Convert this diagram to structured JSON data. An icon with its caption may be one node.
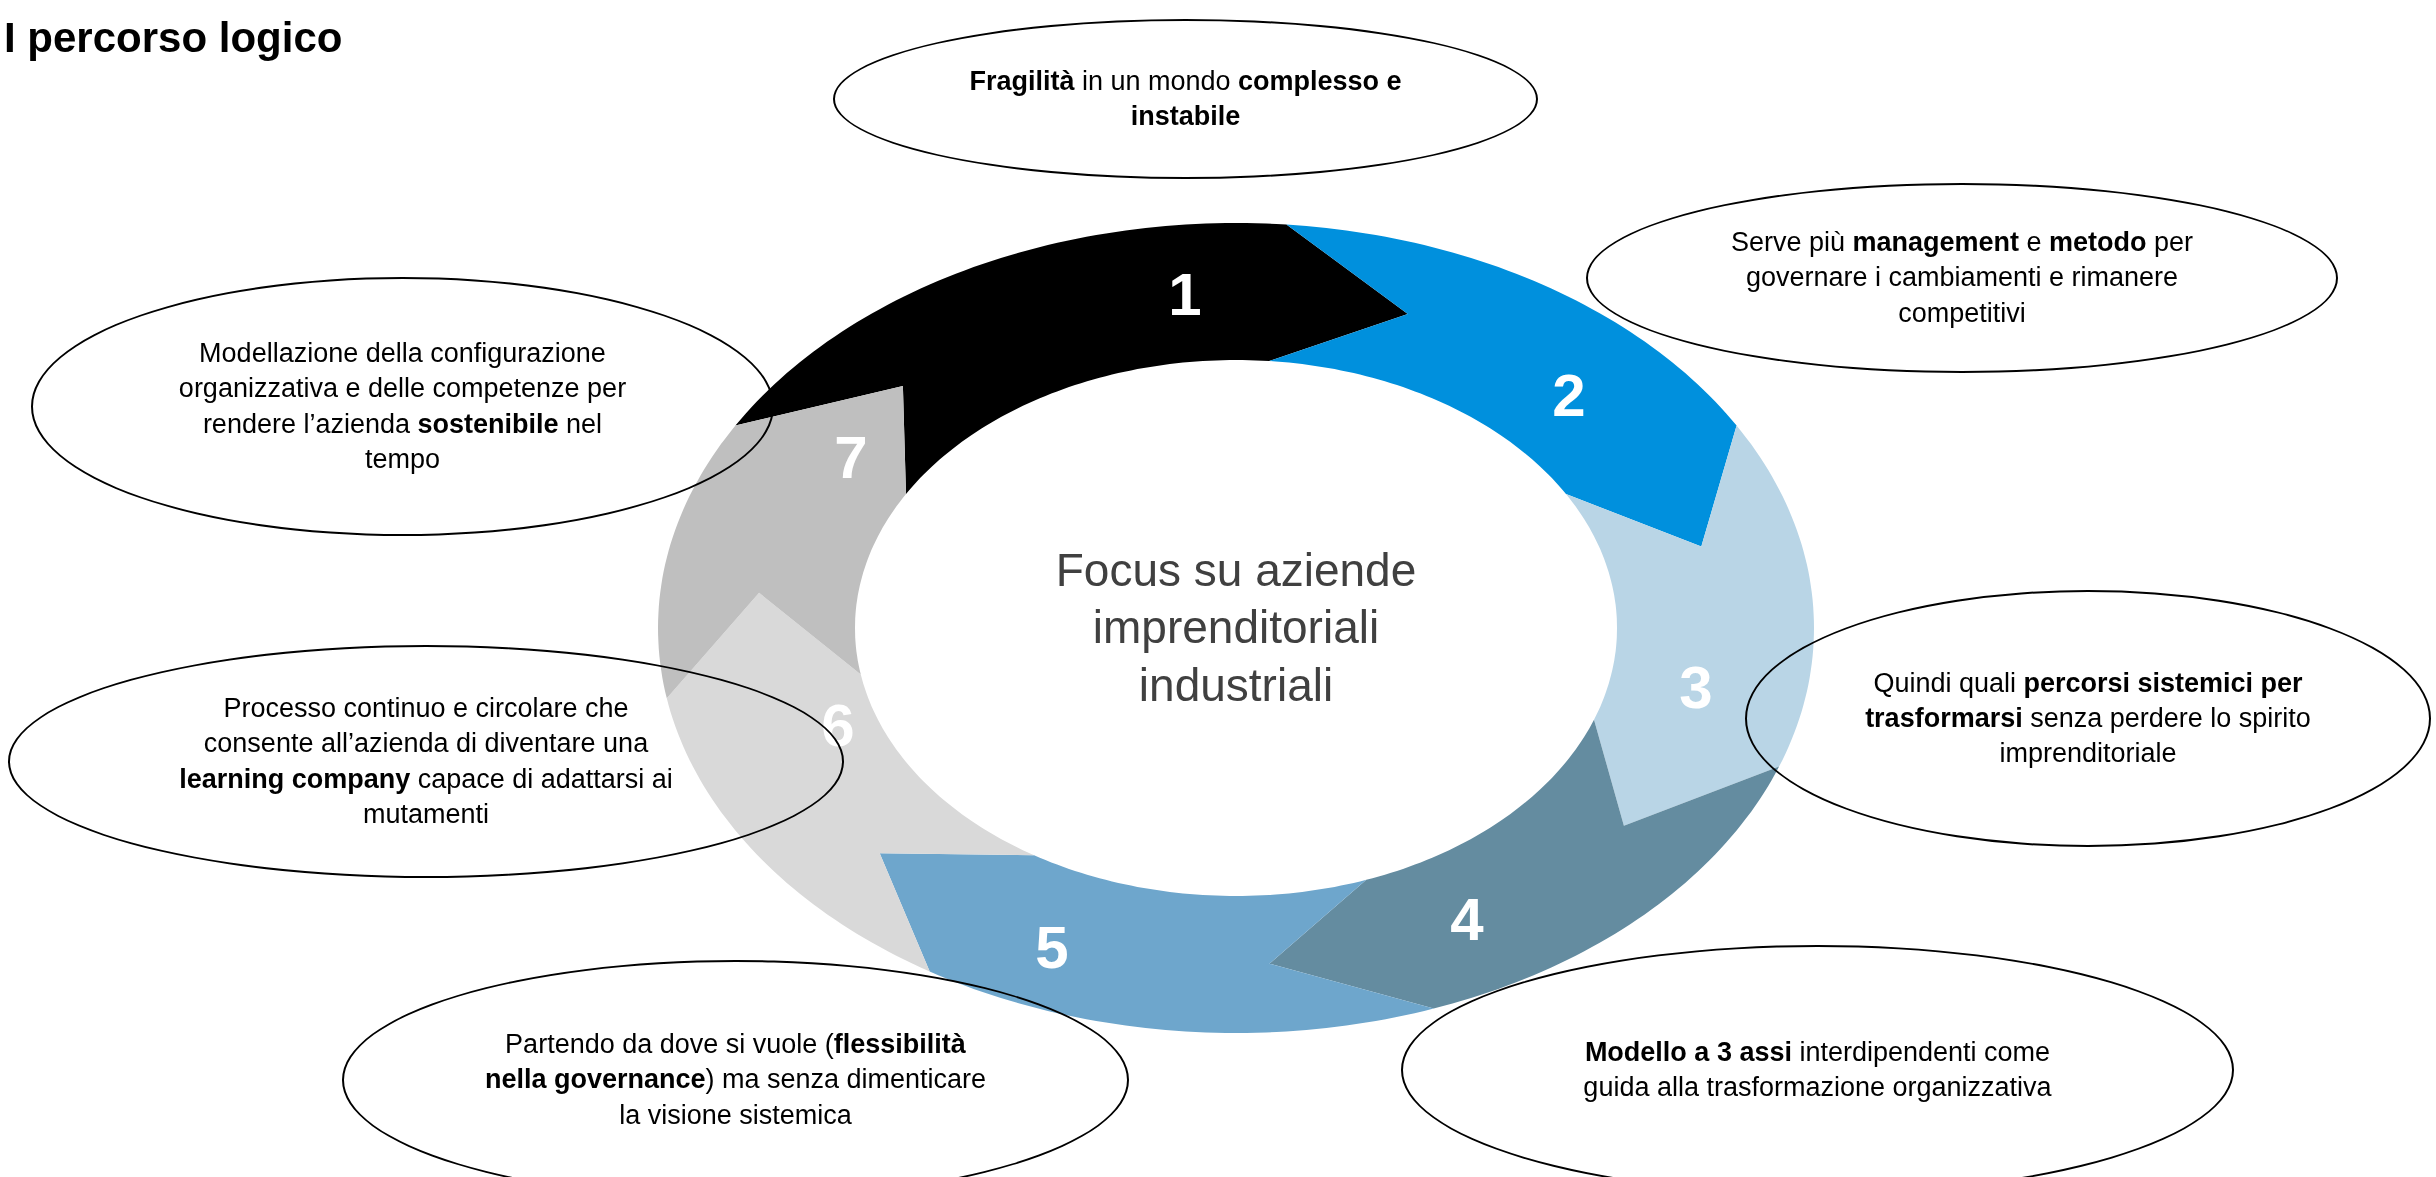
{
  "diagram": {
    "title": "I percorso logico",
    "nodes": [
      {
        "text": [
          "Focus su aziende imprenditoriali industriali"
        ]
      },
      {
        "text": [
          "1"
        ]
      },
      {
        "text": [
          "2"
        ]
      },
      {
        "text": [
          "3"
        ]
      },
      {
        "text": [
          "4"
        ]
      },
      {
        "text": [
          "5"
        ]
      },
      {
        "text": [
          "6"
        ]
      },
      {
        "text": [
          "7"
        ]
      },
      {
        "text": [
          "**Fragilità** in un mondo **complesso e instabile**"
        ]
      },
      {
        "text": [
          "Serve più **management** e **metodo** per governare i cambiamenti e rimanere competitivi"
        ]
      },
      {
        "text": [
          "Quindi quali **percorsi sistemici per trasformarsi** senza perdere lo spirito imprenditoriale"
        ]
      },
      {
        "text": [
          "**Modello a 3 assi** interdipendenti come guida alla trasformazione organizzativa"
        ]
      },
      {
        "text": [
          "Partendo da dove si vuole (**flessibilità nella governance**) ma senza dimenticare la visione sistemica"
        ]
      },
      {
        "text": [
          "Processo continuo e circolare che consente all’azienda di diventare una **learning company** capace di adattarsi ai mutamenti"
        ]
      },
      {
        "text": [
          "Modellazione della configurazione organizzativa e delle competenze per rendere l’azienda **sostenibile** nel tempo"
        ]
      }
    ]
  }
}
